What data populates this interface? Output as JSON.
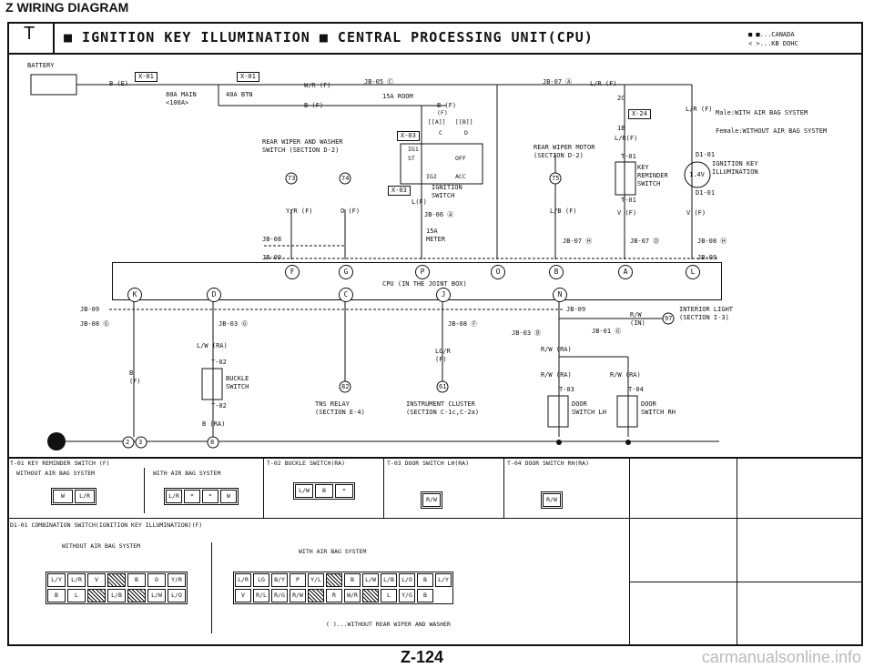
{
  "header": {
    "doc_title": "Z  WIRING DIAGRAM",
    "section_letter": "T",
    "title": "■ IGNITION KEY ILLUMINATION ■ CENTRAL PROCESSING UNIT(CPU)",
    "note_canada": "■ ■...CANADA",
    "note_kb": "< >...KB DOHC"
  },
  "labels": {
    "battery": "BATTERY",
    "x01_a": "X-01",
    "x01_b": "X-01",
    "x03": "X-03",
    "x03b": "X-03",
    "x24": "X-24",
    "main_fuse": "80A MAIN",
    "main_fuse_kb": "<100A>",
    "btn_fuse": "40A BTN",
    "room_fuse": "15A ROOM",
    "meter_fuse": "15A METER",
    "jb05": "JB-05 Ⓒ",
    "jb07a": "JB-07 Ⓐ",
    "jb06": "JB-06 Ⓐ",
    "jb08a": "JB-08",
    "jb09a": "JB-09",
    "jb07h": "JB-07 Ⓗ",
    "jb07d": "JB-07 Ⓓ",
    "jb08h": "JB-08 Ⓗ",
    "jb09b": "JB-09",
    "rear_wiper_switch": "REAR WIPER AND WASHER SWITCH (SECTION D-2)",
    "ignition_switch": "IGNITION SWITCH",
    "rear_wiper_motor": "REAR WIPER MOTOR (SECTION D-2)",
    "key_reminder": "KEY REMINDER SWITCH",
    "ignition_illum": "IGNITION KEY ILLUMINATION",
    "male_note": "Male:WITH AIR BAG SYSTEM",
    "female_note": "Female:WITHOUT AIR BAG SYSTEM",
    "cpu": "CPU (IN THE JOINT BOX)",
    "jb09c": "JB-09",
    "jb08g": "JB-08 Ⓖ",
    "jb03g": "JB-03 Ⓖ",
    "jb08f": "JB-08 Ⓕ",
    "jb03b": "JB-03 Ⓑ",
    "jb01g": "JB-01 Ⓖ",
    "jb09d": "JB-09",
    "interior_light": "INTERIOR LIGHT (SECTION I-3)",
    "buckle_switch": "BUCKLE SWITCH",
    "tns_relay": "TNS RELAY (SECTION E-4)",
    "inst_cluster": "INSTRUMENT CLUSTER (SECTION C-1c,C-2a)",
    "door_lh": "DOOR SWITCH LH",
    "door_rh": "DOOR SWITCH RH",
    "t01": "T-01",
    "t01b": "T-01",
    "d01": "D1-01",
    "d01b": "D1-01",
    "t02a": "T-02",
    "t02b": "T-02",
    "t03": "T-03",
    "t04": "T-04",
    "ign_positions": [
      "IG1",
      "ST",
      "OFF",
      "IG2",
      "ACC"
    ],
    "ign_letters": [
      "(F)",
      "[[A]]",
      "[[B]]",
      "C",
      "D"
    ]
  },
  "wires": {
    "b_e": "B (E)",
    "wr_f": "W/R (F)",
    "b_f": "B (F)",
    "lr_f": "L/R (F)",
    "b_f2": "B (F)",
    "lr_f2": "L/R (F)",
    "l_f": "L(F)",
    "yr_f": "Y/R (F)",
    "o_f": "O (F)",
    "lb_f": "L/B (F)",
    "v_f": "V (F)",
    "v_f2": "V (F)",
    "lw_ra": "L/W (RA)",
    "b_f3": "B (F)",
    "lg_r": "LG/R (F)",
    "rw_in": "R/W (IN)",
    "rw_ra": "R/W (RA)",
    "rw_ra2": "R/W (RA)",
    "rw_ra3": "R/W (RA)",
    "b_ra": "B (RA)",
    "r2c": "2C",
    "r1b": "1B",
    "r14v": "1.4V",
    "lr_f3": "L/R(F)"
  },
  "cpu_top_pins": [
    "F",
    "G",
    "P",
    "O",
    "B",
    "A",
    "L"
  ],
  "cpu_bottom_pins": [
    "K",
    "D",
    "C",
    "J",
    "N"
  ],
  "numbers": {
    "n73": "73",
    "n74": "74",
    "n75": "75",
    "n82": "82",
    "n61": "61",
    "n97": "97"
  },
  "ground": {
    "a": "2",
    "b": "3",
    "c": "8"
  },
  "connectors": {
    "t01_title": "T-01  KEY REMINDER SWITCH (F)",
    "t01_without": "WITHOUT AIR BAG SYSTEM",
    "t01_with": "WITH AIR BAG SYSTEM",
    "t01_pins_a": [
      "W",
      "L/R"
    ],
    "t01_pins_b": [
      "L/R",
      "*",
      "*",
      "W"
    ],
    "t02_title": "T-02  BUCKLE SWITCH(RA)",
    "t02_pins": [
      "L/W",
      "B",
      "*"
    ],
    "t03_title": "T-03  DOOR SWITCH LH(RA)",
    "t03_pins": [
      "R/W"
    ],
    "t04_title": "T-04  DOOR SWITCH RH(RA)",
    "t04_pins": [
      "R/W"
    ],
    "d01_title": "D1-01  COMBINATION SWITCH(IGNITION KEY ILLUMINATION)(F)",
    "d01_without": "WITHOUT AIR BAG SYSTEM",
    "d01_with": "WITH AIR BAG SYSTEM",
    "d01_without_top": [
      "L/Y",
      "L/R",
      "V",
      "",
      "B",
      "O",
      "Y/R"
    ],
    "d01_without_bot": [
      "B",
      "L",
      "",
      "L/B",
      "",
      "L/W",
      "L/O"
    ],
    "d01_with_top": [
      "L/R",
      "LG",
      "B/Y",
      "P",
      "Y/L",
      "",
      "B",
      "L/W",
      "L/B",
      "L/O",
      "B",
      "L/Y"
    ],
    "d01_with_bot": [
      "V",
      "R/L",
      "R/G",
      "R/W",
      "",
      "R",
      "W/R",
      "",
      "L",
      "Y/G",
      "B"
    ],
    "d01_note": "( )...WITHOUT REAR WIPER AND WASHER"
  },
  "footer": {
    "page": "Z-124",
    "watermark": "carmanualsonline.info"
  }
}
